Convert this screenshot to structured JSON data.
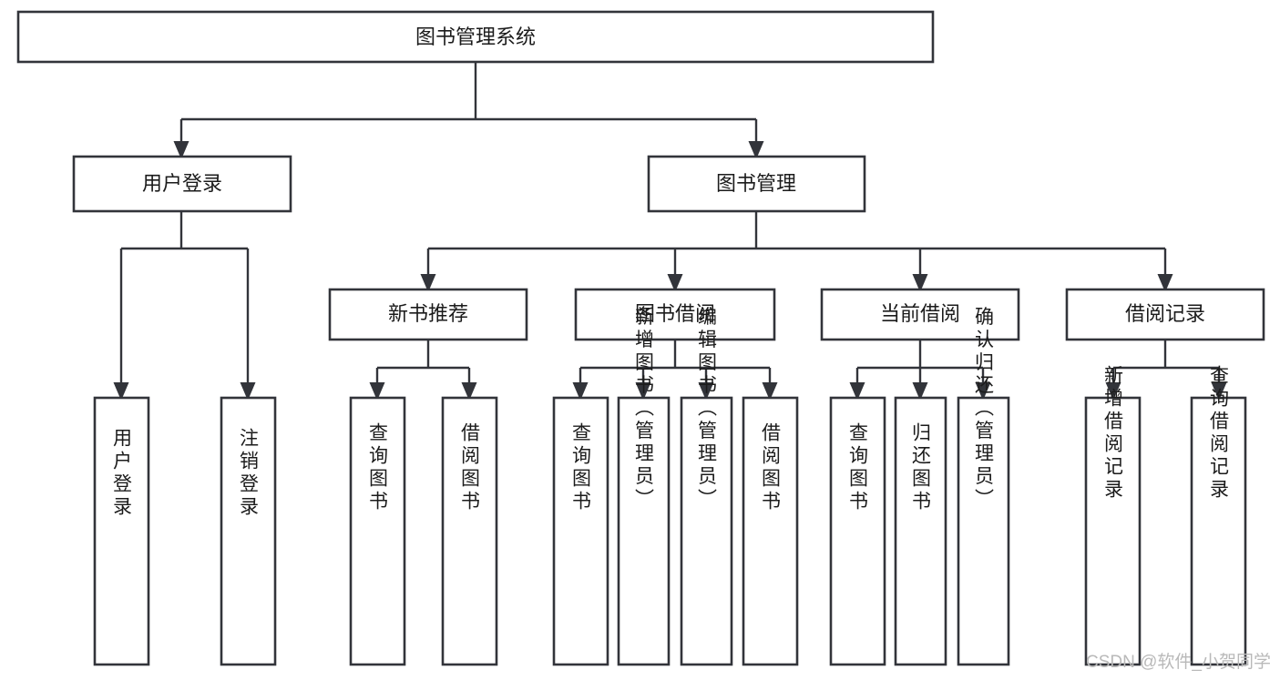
{
  "diagram": {
    "type": "hierarchy-tree",
    "title": "图书管理系统",
    "colors": {
      "box_stroke": "#32343a",
      "box_fill": "#ffffff",
      "connector": "#32343a",
      "text": "#1b1b1b",
      "watermark": "#b9b9b9",
      "background": "#ffffff"
    },
    "levels": [
      {
        "level": 1,
        "nodes": [
          {
            "id": "root",
            "label": "图书管理系统",
            "orientation": "horizontal"
          }
        ]
      },
      {
        "level": 2,
        "nodes": [
          {
            "id": "login",
            "label": "用户登录",
            "orientation": "horizontal",
            "parent": "root"
          },
          {
            "id": "bookmgmt",
            "label": "图书管理",
            "orientation": "horizontal",
            "parent": "root"
          }
        ]
      },
      {
        "level": 3,
        "nodes": [
          {
            "id": "newbook",
            "label": "新书推荐",
            "orientation": "horizontal",
            "parent": "bookmgmt"
          },
          {
            "id": "borrow",
            "label": "图书借阅",
            "orientation": "horizontal",
            "parent": "bookmgmt"
          },
          {
            "id": "current",
            "label": "当前借阅",
            "orientation": "horizontal",
            "parent": "bookmgmt"
          },
          {
            "id": "records",
            "label": "借阅记录",
            "orientation": "horizontal",
            "parent": "bookmgmt"
          }
        ]
      },
      {
        "level": 4,
        "nodes": [
          {
            "id": "leaf1",
            "label": "用户登录",
            "orientation": "vertical",
            "parent": "login"
          },
          {
            "id": "leaf2",
            "label": "注销登录",
            "orientation": "vertical",
            "parent": "login"
          },
          {
            "id": "leaf3",
            "label": "查询图书",
            "orientation": "vertical",
            "parent": "newbook"
          },
          {
            "id": "leaf4",
            "label": "借阅图书",
            "orientation": "vertical",
            "parent": "newbook"
          },
          {
            "id": "leaf5",
            "label": "查询图书",
            "orientation": "vertical",
            "parent": "borrow"
          },
          {
            "id": "leaf6",
            "label": "新增图书（管理员）",
            "orientation": "vertical",
            "parent": "borrow"
          },
          {
            "id": "leaf7",
            "label": "编辑图书（管理员）",
            "orientation": "vertical",
            "parent": "borrow"
          },
          {
            "id": "leaf8",
            "label": "借阅图书",
            "orientation": "vertical",
            "parent": "borrow"
          },
          {
            "id": "leaf9",
            "label": "查询图书",
            "orientation": "vertical",
            "parent": "current"
          },
          {
            "id": "leaf10",
            "label": "归还图书",
            "orientation": "vertical",
            "parent": "current"
          },
          {
            "id": "leaf11",
            "label": "确认归还（管理员）",
            "orientation": "vertical",
            "parent": "current"
          },
          {
            "id": "leaf12",
            "label": "新增借阅记录",
            "orientation": "vertical",
            "parent": "records"
          },
          {
            "id": "leaf13",
            "label": "查询借阅记录",
            "orientation": "vertical",
            "parent": "records"
          }
        ]
      }
    ]
  },
  "watermark": {
    "text": "CSDN @软件_小贺同学"
  }
}
